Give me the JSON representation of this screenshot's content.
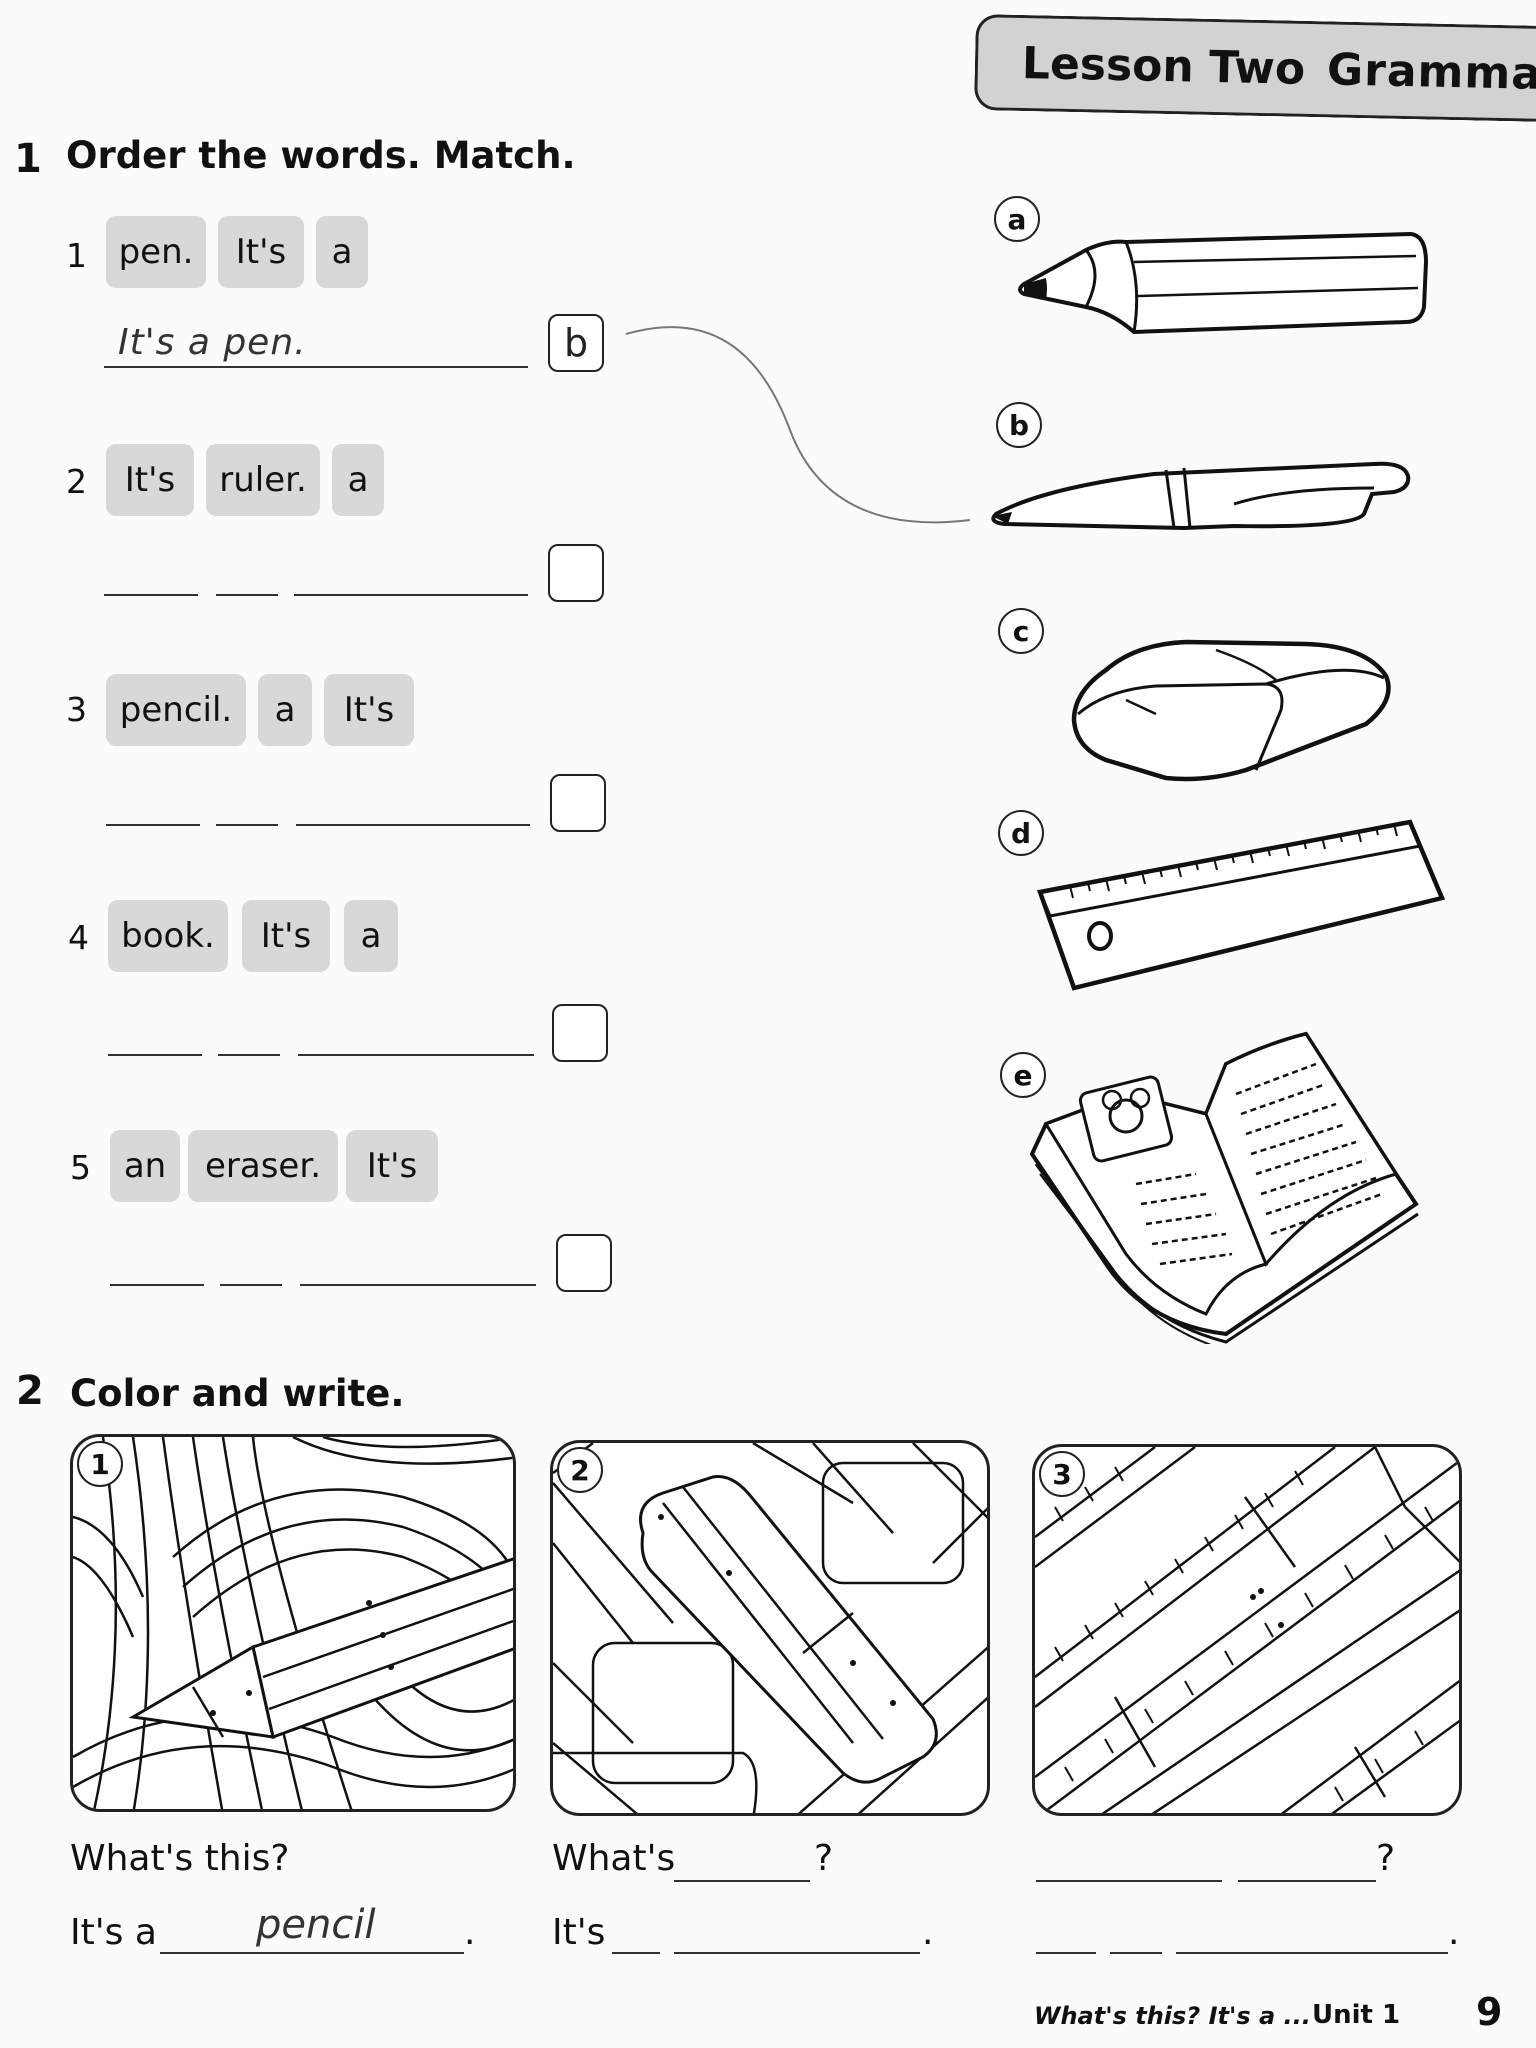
{
  "header": {
    "lesson": "Lesson Two",
    "topic": "Grammar"
  },
  "exercise1": {
    "number": "1",
    "title": "Order the words. Match.",
    "items": [
      {
        "num": "1",
        "words": [
          "pen.",
          "It's",
          "a"
        ],
        "answer": "It's a pen.",
        "match": "b"
      },
      {
        "num": "2",
        "words": [
          "It's",
          "ruler.",
          "a"
        ],
        "answer": "",
        "match": ""
      },
      {
        "num": "3",
        "words": [
          "pencil.",
          "a",
          "It's"
        ],
        "answer": "",
        "match": ""
      },
      {
        "num": "4",
        "words": [
          "book.",
          "It's",
          "a"
        ],
        "answer": "",
        "match": ""
      },
      {
        "num": "5",
        "words": [
          "an",
          "eraser.",
          "It's"
        ],
        "answer": "",
        "match": ""
      }
    ],
    "pictures": [
      {
        "letter": "a",
        "icon": "pencil-icon"
      },
      {
        "letter": "b",
        "icon": "pen-icon"
      },
      {
        "letter": "c",
        "icon": "eraser-icon"
      },
      {
        "letter": "d",
        "icon": "ruler-icon"
      },
      {
        "letter": "e",
        "icon": "book-icon"
      }
    ]
  },
  "exercise2": {
    "number": "2",
    "title": "Color and write.",
    "panels": [
      {
        "num": "1",
        "q_prefix": "What's this?",
        "q_suffix": "",
        "a_prefix": "It's a",
        "a_answer": "pencil",
        "a_suffix": "."
      },
      {
        "num": "2",
        "q_prefix": "What's",
        "q_suffix": "?",
        "a_prefix": "It's",
        "a_answer": "",
        "a_suffix": "."
      },
      {
        "num": "3",
        "q_prefix": "",
        "q_suffix": "?",
        "a_prefix": "",
        "a_answer": "",
        "a_suffix": "."
      }
    ]
  },
  "footer": {
    "caption": "What's this? It's a ...",
    "unit": "Unit 1",
    "page": "9"
  }
}
